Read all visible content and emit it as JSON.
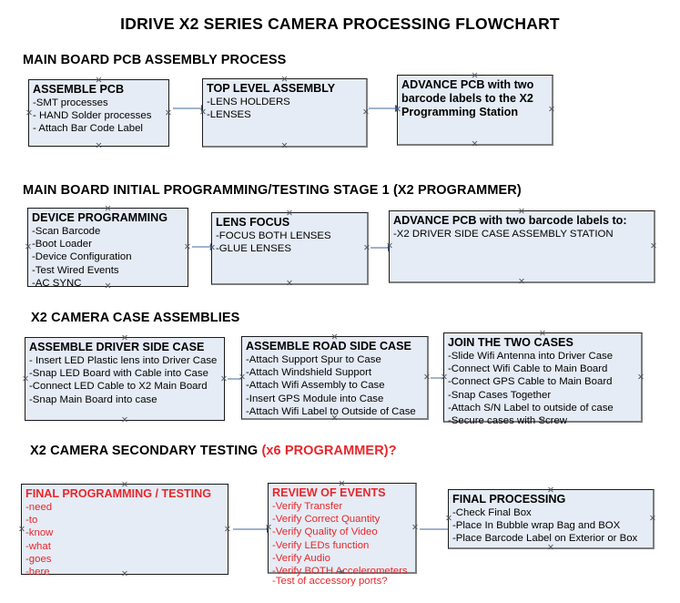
{
  "document": {
    "title": "IDRIVE X2  SERIES CAMERA PROCESSING FLOWCHART",
    "colors": {
      "box_fill": "#e6ecf5",
      "box_border": "#1a1a1a",
      "box_shadow": "#7d7d7d",
      "arrow_line": "#9fb4cc",
      "arrow_head": "#2e5fa3",
      "accent_red": "#e8262a",
      "text": "#000000",
      "background": "#ffffff"
    }
  },
  "sections": [
    {
      "heading": "MAIN BOARD PCB ASSEMBLY PROCESS",
      "heading_accent": "",
      "boxes": [
        {
          "title": "ASSEMBLE PCB",
          "lines": [
            "-SMT processes",
            "- HAND Solder processes",
            "- Attach Bar Code Label"
          ]
        },
        {
          "title": "TOP LEVEL ASSEMBLY",
          "lines": [
            "-LENS HOLDERS",
            "-LENSES"
          ]
        },
        {
          "title": "ADVANCE PCB with two barcode labels to the  X2 Programming Station",
          "lines": []
        }
      ]
    },
    {
      "heading": "MAIN BOARD INITIAL PROGRAMMING/TESTING STAGE 1 (X2 PROGRAMMER)",
      "heading_accent": "",
      "boxes": [
        {
          "title": "DEVICE PROGRAMMING",
          "lines": [
            "-Scan Barcode",
            "-Boot Loader",
            "-Device Configuration",
            "-Test Wired Events",
            "-AC SYNC"
          ]
        },
        {
          "title": "LENS FOCUS",
          "lines": [
            "-FOCUS BOTH LENSES",
            "-GLUE LENSES"
          ]
        },
        {
          "title": "ADVANCE PCB with two barcode labels to:",
          "lines": [
            "-X2 DRIVER  SIDE  CASE  ASSEMBLY STATION"
          ]
        }
      ]
    },
    {
      "heading": "X2 CAMERA CASE ASSEMBLIES",
      "heading_accent": "",
      "boxes": [
        {
          "title": "ASSEMBLE DRIVER SIDE CASE",
          "lines": [
            "- Insert LED Plastic lens into Driver Case",
            "-Snap LED Board with Cable into Case",
            "-Connect LED Cable to X2 Main Board",
            "-Snap Main Board into case"
          ]
        },
        {
          "title": "ASSEMBLE ROAD SIDE CASE",
          "lines": [
            "-Attach Support Spur to Case",
            "-Attach Windshield Support",
            "-Attach Wifi Assembly to Case",
            "-Insert GPS Module into Case",
            "-Attach Wifi Label to Outside of Case"
          ]
        },
        {
          "title": "JOIN THE TWO CASES",
          "lines": [
            "-Slide Wifi Antenna into Driver Case",
            "-Connect Wifi Cable to Main Board",
            "-Connect GPS Cable to Main Board",
            "-Snap Cases Together",
            "-Attach S/N Label to outside of case",
            "-Secure cases with Screw"
          ]
        }
      ]
    },
    {
      "heading": "X2 CAMERA SECONDARY TESTING ",
      "heading_accent": "(x6 PROGRAMMER)?",
      "boxes": [
        {
          "title": "FINAL PROGRAMMING / TESTING",
          "lines": [
            "-need",
            "-to",
            "-know",
            "-what",
            "-goes",
            "-here"
          ]
        },
        {
          "title": "REVIEW OF EVENTS",
          "lines": [
            "-Verify Transfer",
            "-Verify Correct Quantity",
            "-Verify Quality of Video",
            "-Verify LEDs function",
            "-Verify Audio",
            "-Verify BOTH Accelerometers"
          ],
          "overflow_line": "-Test of accessory ports?"
        },
        {
          "title": "FINAL PROCESSING",
          "lines": [
            " -Check Final Box",
            "-Place In Bubble wrap Bag and BOX",
            "-Place Barcode Label on Exterior or Box"
          ]
        }
      ]
    }
  ]
}
